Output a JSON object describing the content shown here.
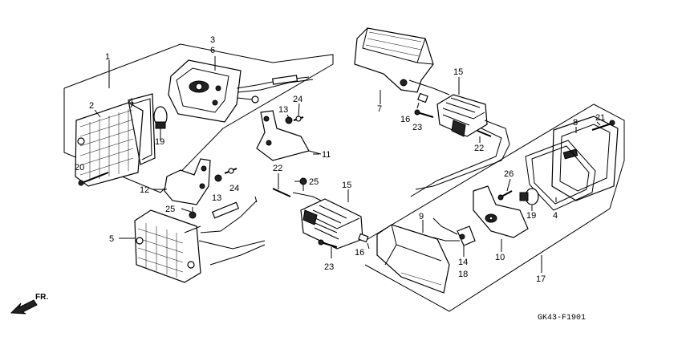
{
  "diagram_code": "GK43-F1901",
  "direction_label": "FR.",
  "callouts": {
    "c1": "1",
    "c2": "2",
    "c3": "3",
    "c4a": "4",
    "c4b": "4",
    "c5": "5",
    "c6": "6",
    "c7": "7",
    "c8": "8",
    "c9": "9",
    "c10": "10",
    "c11": "11",
    "c12": "12",
    "c13a": "13",
    "c13b": "13",
    "c14": "14",
    "c15a": "15",
    "c15b": "15",
    "c16a": "16",
    "c16b": "16",
    "c17": "17",
    "c18": "18",
    "c19a": "19",
    "c19b": "19",
    "c20": "20",
    "c21": "21",
    "c22a": "22",
    "c22b": "22",
    "c23a": "23",
    "c23b": "23",
    "c24a": "24",
    "c24b": "24",
    "c25a": "25",
    "c25b": "25",
    "c26": "26"
  }
}
